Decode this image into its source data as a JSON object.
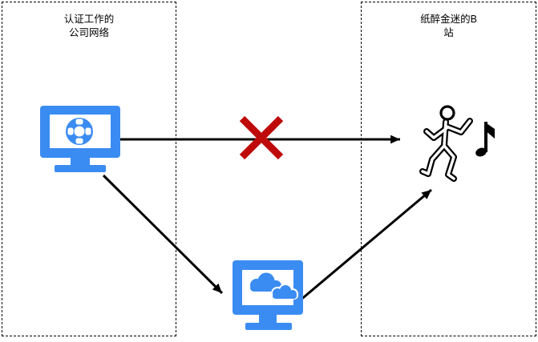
{
  "diagram": {
    "zones": {
      "company_network": {
        "line1": "认证工作的",
        "line2": "公司网络"
      },
      "bilibili": {
        "line1": "纸醉金迷的B",
        "line2": "站"
      }
    },
    "icons": {
      "work_computer": "lifebuoy-computer",
      "proxy_computer": "cloud-computer",
      "dancer": "dancing-person",
      "music_note": "music-note",
      "blocked": "blocked-x"
    },
    "colors": {
      "computer_blue": "#3B8CF2",
      "blocked_red": "#BE0A0A",
      "arrow_black": "#000000",
      "background": "#FFFFFF"
    }
  }
}
